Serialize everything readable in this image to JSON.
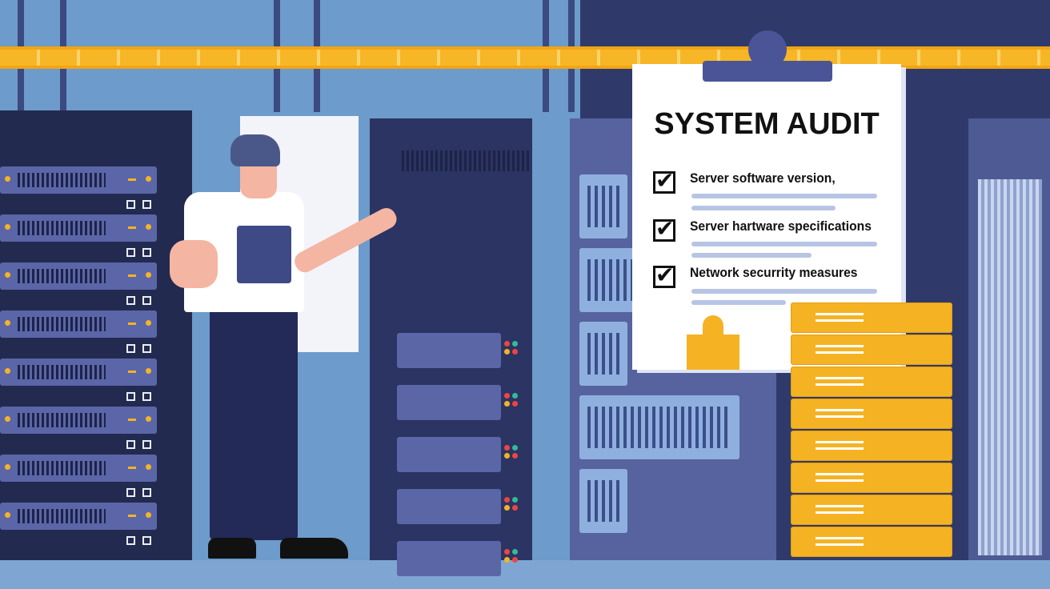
{
  "clipboard": {
    "title": "SYSTEM AUDIT",
    "items": [
      {
        "label": "Server software version,",
        "checked": true
      },
      {
        "label": "Server hartware specifications",
        "checked": true
      },
      {
        "label": "Network securrity measures",
        "checked": true
      }
    ]
  },
  "colors": {
    "sky": "#6d9bcb",
    "navy": "#232a4f",
    "accent_yellow": "#f5b323",
    "paper": "#ffffff",
    "rack_blue": "#5763a3"
  }
}
